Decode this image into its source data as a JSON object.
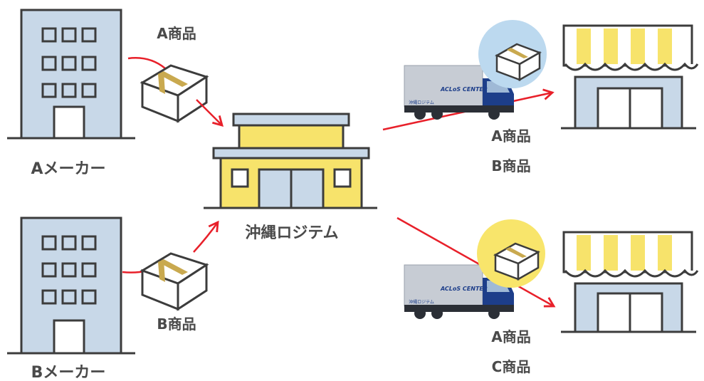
{
  "labels": {
    "maker_a": "Aメーカー",
    "maker_b": "Bメーカー",
    "product_a_in": "A商品",
    "product_b_in": "B商品",
    "hub": "沖縄ロジテム",
    "store1_line1": "A商品",
    "store1_line2": "B商品",
    "store2_line1": "A商品",
    "store2_line2": "C商品",
    "truck_brand": "ACLoS CENTER",
    "truck_company": "沖縄ロジテム"
  },
  "colors": {
    "building_blue": "#c8d8e8",
    "outline": "#3c3c3c",
    "accent_yellow": "#f7e36b",
    "arrow_red": "#e8202a",
    "box_circle_blue": "#bcd9ef",
    "box_circle_yellow": "#f8e56b",
    "tape": "#c9a94f",
    "truck_gray": "#c7ccd4",
    "cab_blue": "#1d3e8a"
  }
}
